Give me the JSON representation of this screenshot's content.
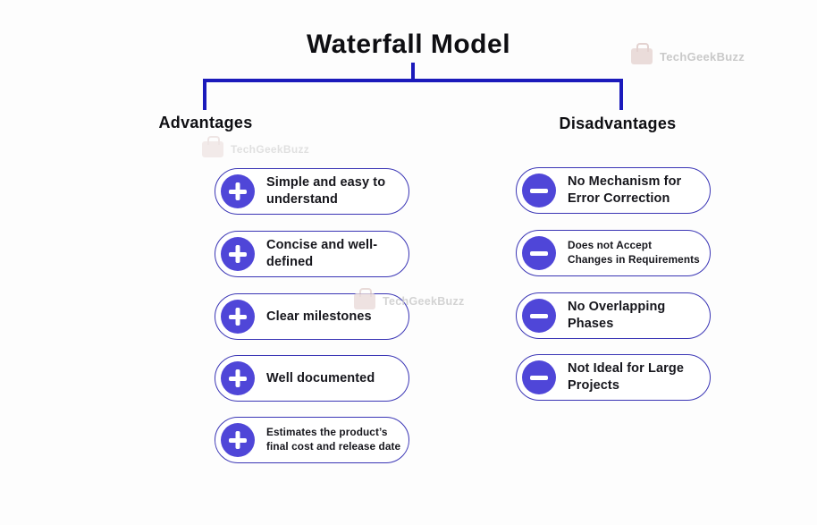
{
  "title": "Waterfall Model",
  "watermark": {
    "text": "TechGeekBuzz"
  },
  "colors": {
    "background": "#fdfdfd",
    "connector_blue": "#1b1abb",
    "pill_border": "#3a35b5",
    "badge_indigo": "#4f46d8",
    "text_dark": "#16161c",
    "watermark_gray": "#c9c9c9"
  },
  "branches": [
    {
      "label": "Advantages",
      "sign": "plus",
      "items": [
        {
          "text": "Simple and easy to\nunderstand"
        },
        {
          "text": "Concise and well-\ndefined"
        },
        {
          "text": "Clear milestones"
        },
        {
          "text": "Well documented"
        },
        {
          "text": "Estimates the product’s\nfinal cost and release date"
        }
      ]
    },
    {
      "label": "Disadvantages",
      "sign": "minus",
      "items": [
        {
          "text": "No Mechanism for\nError Correction"
        },
        {
          "text": "Does not Accept\nChanges in Requirements"
        },
        {
          "text": "No Overlapping\nPhases"
        },
        {
          "text": "Not Ideal for Large\nProjects"
        }
      ]
    }
  ]
}
